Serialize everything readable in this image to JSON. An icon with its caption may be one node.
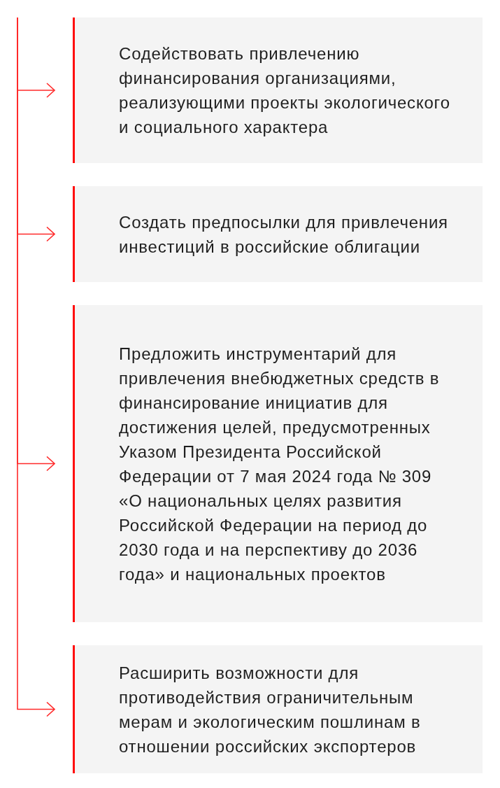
{
  "diagram": {
    "nodes": [
      {
        "text": [
          "Содействовать привлечению финансирования организациями, реализующими проекты экологического и социального характера"
        ]
      },
      {
        "text": [
          "Создать предпосылки для привлечения инвестиций в российские облигации"
        ]
      },
      {
        "text": [
          "Предложить инструментарий для привлечения внебюджетных средств в финансирование инициатив для достижения целей, предусмотренных Указом Президента Российской Федерации от 7 мая 2024 года № 309 «О национальных целях развития Российской Федерации на период до 2030 года и на перспективу до 2036 года» и национальных проектов"
        ]
      },
      {
        "text": [
          "Расширить возможности для противодействия ограничительным мерам и экологическим пошлинам в отношении российских экспортеров"
        ]
      }
    ],
    "edges": [
      {
        "from": null,
        "to": 0,
        "arrow": "to"
      },
      {
        "from": null,
        "to": 1,
        "arrow": "to"
      },
      {
        "from": null,
        "to": 2,
        "arrow": "to"
      },
      {
        "from": null,
        "to": 3,
        "arrow": "to"
      }
    ]
  }
}
